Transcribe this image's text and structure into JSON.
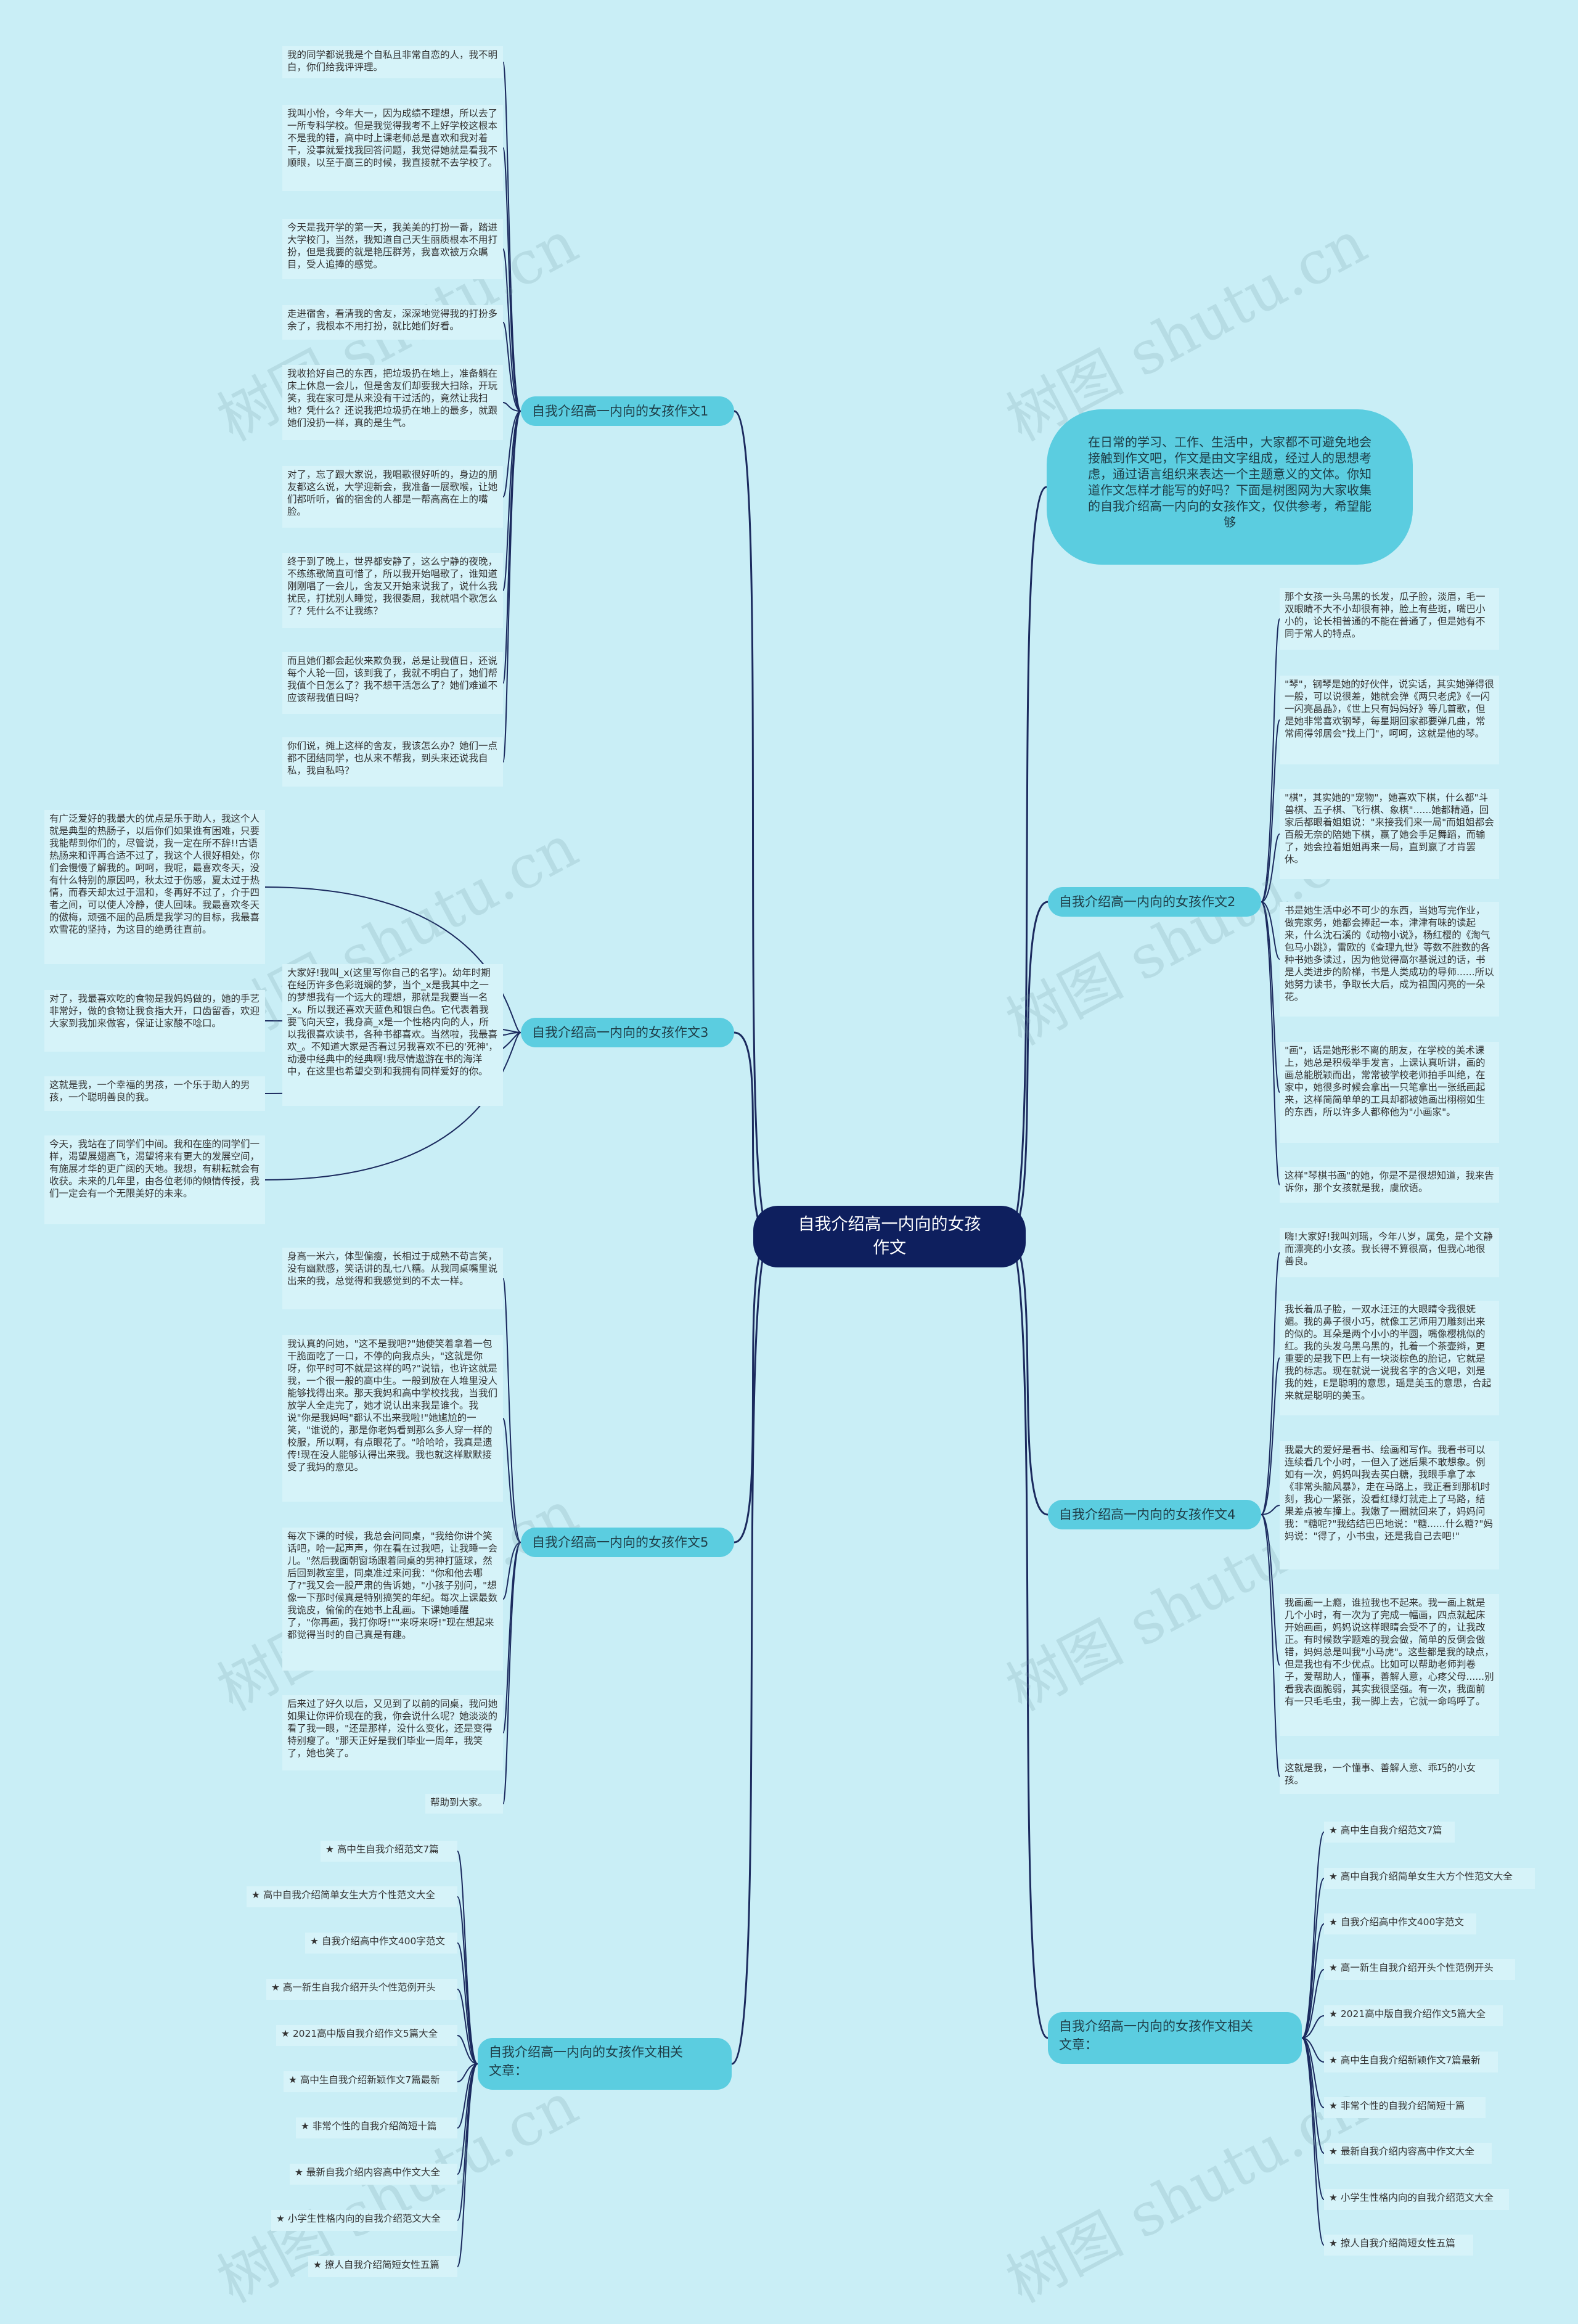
{
  "center": "自我介绍高一内向的女孩\n作文",
  "intro": "在日常的学习、工作、生活中，大家都不可避免地会接触到作文吧，作文是由文字组成，经过人的思想考虑，通过语言组织来表达一个主题意义的文体。你知道作文怎样才能写的好吗？下面是树图网为大家收集的自我介绍高一内向的女孩作文，仅供参考，希望能够",
  "watermark": "树图 shutu.cn",
  "branches": {
    "b1": "自我介绍高一内向的女孩作文1",
    "b2": "自我介绍高一内向的女孩作文2",
    "b3": "自我介绍高一内向的女孩作文3",
    "b4": "自我介绍高一内向的女孩作文4",
    "b5": "自我介绍高一内向的女孩作文5",
    "b6": "自我介绍高一内向的女孩作文相关\n文章：",
    "b7": "自我介绍高一内向的女孩作文相关\n文章："
  },
  "b1_leaves": [
    "我的同学都说我是个自私且非常自恋的人，我不明白，你们给我评评理。",
    "我叫小怡，今年大一，因为成绩不理想，所以去了一所专科学校。但是我觉得我考不上好学校这根本不是我的错，高中时上课老师总是喜欢和我对着干，没事就爱找我回答问题，我觉得她就是看我不顺眼，以至于高三的时候，我直接就不去学校了。",
    "今天是我开学的第一天，我美美的打扮一番，踏进大学校门，当然，我知道自己天生丽质根本不用打扮，但是我要的就是艳压群芳，我喜欢被万众瞩目，受人追捧的感觉。",
    "走进宿舍，看清我的舍友，深深地觉得我的打扮多余了，我根本不用打扮，就比她们好看。",
    "我收拾好自己的东西，把垃圾扔在地上，准备躺在床上休息一会儿，但是舍友们却要我大扫除，开玩笑，我在家可是从来没有干过活的，竟然让我扫地？凭什么？还说我把垃圾扔在地上的最多，就跟她们没扔一样，真的是生气。",
    "对了，忘了跟大家说，我唱歌很好听的，身边的朋友都这么说，大学迎新会，我准备一展歌喉，让她们都听听，省的宿舍的人都是一帮高高在上的嘴脸。",
    "终于到了晚上，世界都安静了，这么宁静的夜晚，不练练歌简直可惜了，所以我开始唱歌了，谁知道刚刚唱了一会儿，舍友又开始来说我了，说什么我扰民，打扰别人睡觉，我很委屈，我就唱个歌怎么了？凭什么不让我练？",
    "而且她们都会起伙来欺负我，总是让我值日，还说每个人轮一回，该到我了，我就不明白了，她们帮我值个日怎么了？我不想干活怎么了？她们难道不应该帮我值日吗？",
    "你们说，摊上这样的舍友，我该怎么办？她们一点都不团结同学，也从来不帮我，到头来还说我自私，我自私吗？"
  ],
  "b2_leaves": [
    "那个女孩一头乌黑的长发，瓜子脸，淡眉，毛一双眼睛不大不小却很有神，脸上有些斑，嘴巴小小的，论长相普通的不能在普通了，但是她有不同于常人的特点。",
    "\"琴\"，钢琴是她的好伙伴，说实话，其实她弹得很一般，可以说很差，她就会弹《两只老虎》《一闪一闪亮晶晶》，《世上只有妈妈好》等几首歌，但是她非常喜欢钢琴，每星期回家都要弹几曲，常常闹得邻居会\"找上门\"，呵呵，这就是他的琴。",
    "\"棋\"，其实她的\"宠物\"，她喜欢下棋，什么都\"斗兽棋、五子棋、飞行棋、象棋\"......她都精通，回家后都眼着姐姐说：\"来接我们来一局\"而姐姐都会百般无奈的陪她下棋，赢了她会手足舞蹈，而输了，她会拉着姐姐再来一局，直到赢了才肯罢休。",
    "书是她生活中必不可少的东西，当她写完作业，做完家务，她都会捧起一本，津津有味的读起来，什么沈石溪的《动物小说》，杨红樱的《淘气包马小跳》，雷欧的《查理九世》等数不胜数的各种书她多读过，因为他觉得高尔基说过的话，书是人类进步的阶梯，书是人类成功的导师......所以她努力读书，争取长大后，成为祖国闪亮的一朵花。",
    "\"画\"，话是她形影不离的朋友，在学校的美术课上，她总是积极举手发言，上课认真听讲，画的画总能脱颖而出，常常被学校老师拍手叫绝，在家中，她很多时候会拿出一只笔拿出一张纸画起来，这样简简单单的工具却都被她画出栩栩如生的东西，所以许多人都称他为\"小画家\"。",
    "这样\"琴棋书画\"的她，你是不是很想知道，我来告诉你，那个女孩就是我，虞欣语。"
  ],
  "b3_leaves": [
    "有广泛爱好的我最大的优点是乐于助人，我这个人就是典型的热肠子，以后你们如果谁有困难，只要我能帮到你们的，尽管说，我一定在所不辞!!古语热肠来和评再合适不过了，我这个人很好相处，你们会慢慢了解我的。呵呵，我呢，最喜欢冬天，没有什么特别的原因吗，秋太过于伤感，夏太过于热情，而春天却太过于温和，冬再好不过了，介于四者之间，可以使人冷静，使人回味。我最喜欢冬天的傲梅，顽强不屈的品质是我学习的目标，我最喜欢雪花的坚持，为这目的绝勇往直前。",
    "对了，我最喜欢吃的食物是我妈妈做的，她的手艺非常好，做的食物让我食指大开，口齿留香，欢迎大家到我加来做客，保证让家酸不唸口。",
    "这就是我，一个幸福的男孩，一个乐于助人的男孩，一个聪明善良的我。",
    "今天，我站在了同学们中间。我和在座的同学们一样，渴望展翅高飞，渴望将来有更大的发展空间，有施展才华的更广阔的天地。我想，有耕耘就会有收获。未来的几年里，由各位老师的倾情传授，我们一定会有一个无限美好的未来。",
    "大家好!我叫_x(这里写你自己的名字)。幼年时期在经历许多色彩斑斓的梦，当个_x是我其中之一的梦想我有一个远大的理想，那就是我要当一名_x。所以我还喜欢天蓝色和银白色。它代表着我要飞向天空，我身高_x是一个性格内向的人，所以我很喜欢读书，各种书都喜欢。当然啦，我最喜欢_。不知道大家是否看过另我喜欢不已的'死神'，动漫中经典中的经典啊!我尽情遨游在书的海洋中，在这里也希望交到和我拥有同样爱好的你。"
  ],
  "b4_leaves": [
    "嗨!大家好!我叫刘瑶，今年八岁，属兔，是个文静而漂亮的小女孩。我长得不算很高，但我心地很善良。",
    "我长着瓜子脸，一双水汪汪的大眼睛令我很妩媚。我的鼻子很小巧，就像工艺师用刀雕刻出来的似的。耳朵是两个小小的半圆，嘴像樱桃似的红。我的头发乌黑乌黑的，扎着一个茶壶辫，更重要的是我下巴上有一块淡棕色的胎记，它就是我的标志。现在就说一说我名字的含义吧，刘是我的姓，E是聪明的意思，瑶是美玉的意思，合起来就是聪明的美玉。",
    "我最大的爱好是看书、绘画和写作。我看书可以连续看几个小时，一但入了迷后果不敢想象。例如有一次，妈妈叫我去买白糖，我眼手拿了本《非常头脑风暴》，走在马路上，我正看到那机时刻，我心一紧张，没看红绿灯就走上了马路，结果差点被车撞上。我嫩了一圈就回来了，妈妈问我：\"糖呢?\"我结结巴巴地说：\"糖......什么糖?\"妈妈说：\"得了，小书虫，还是我自己去吧!\"",
    "我画画一上瘾，谁拉我也不起来。我一画上就是几个小时，有一次为了完成一幅画，四点就起床开始画画，妈妈说这样眼睛会受不了的，让我改正。有时候数学题难的我会做，简单的反倒会做错，妈妈总是叫我\"小马虎\"。这些都是我的缺点，但是我也有不少优点。比如可以帮助老师判卷子，爱帮助人，懂事，善解人意，心疼父母......别看我表面脆弱，其实我很坚强。有一次，我面前有一只毛毛虫，我一脚上去，它就一命呜呼了。",
    "这就是我，一个懂事、善解人意、乖巧的小女孩。"
  ],
  "b5_leaves": [
    "身高一米六，体型偏瘦，长相过于成熟不苟言笑，没有幽默感，笑话讲的乱七八糟。从我同桌嘴里说出来的我，总觉得和我感觉到的不太一样。",
    "我认真的问她，\"这不是我吧?\"她使笑着拿着一包干脆面吃了一口，不停的向我点头，\"这就是你呀，你平时可不就是这样的吗?\"说错，也许这就是我，一个很一般的高中生。一般到放在人堆里没人能够找得出来。那天我妈和高中学校找我，当我们放学人全走完了，她才说认出来我是谁个。我说\"你是我妈吗\"都认不出来我啦!\"她尴尬的一笑，\"谁说的，那是你老妈看到那么多人穿一样的校服，所以啊，有点眼花了。\"哈哈哈，我真是遗传!现在没人能够认得出来我。我也就这样默默接受了我妈的意见。",
    "每次下课的时候，我总会问同桌，\"我给你讲个笑话吧，哈一起声声，你在看在过我吧，让我睡一会儿。\"然后我面朝窗场跟着同桌的男神打篮球，然后回到教室里，同桌准过来问我：\"你和他去哪了?\"我又会一股严肃的告诉她，\"小孩子别问，\"想像一下那时候真是特别搞笑的年纪。每次上课最数我诡皮，偷偷的在她书上乱画。下课她睡醒了，\"你再画，我打你呀!\"\"来呀来呀!\"现在想起来都觉得当时的自己真是有趣。",
    "后来过了好久以后，又见到了以前的同桌，我问她如果让你评价现在的我，你会说什么呢？她淡淡的看了我一眼，\"还是那样，没什么变化，还是变得特别瘦了。\"那天正好是我们毕业一周年，我笑了，她也笑了。",
    "帮助到大家。"
  ],
  "related_left": [
    "★ 高中生自我介绍范文7篇",
    "★ 高中自我介绍简单女生大方个性范文大全",
    "★ 自我介绍高中作文400字范文",
    "★ 高一新生自我介绍开头个性范例开头",
    "★ 2021高中版自我介绍作文5篇大全",
    "★ 高中生自我介绍新颖作文7篇最新",
    "★ 非常个性的自我介绍简短十篇",
    "★ 最新自我介绍内容高中作文大全",
    "★ 小学生性格内向的自我介绍范文大全",
    "★ 撩人自我介绍简短女性五篇"
  ],
  "related_right": [
    "★ 高中生自我介绍范文7篇",
    "★ 高中自我介绍简单女生大方个性范文大全",
    "★ 自我介绍高中作文400字范文",
    "★ 高一新生自我介绍开头个性范例开头",
    "★ 2021高中版自我介绍作文5篇大全",
    "★ 高中生自我介绍新颖作文7篇最新",
    "★ 非常个性的自我介绍简短十篇",
    "★ 最新自我介绍内容高中作文大全",
    "★ 小学生性格内向的自我介绍范文大全",
    "★ 撩人自我介绍简短女性五篇"
  ],
  "colors": {
    "background": "#c9eef6",
    "center": "#0e1f5e",
    "branch": "#5bcde0",
    "leaf": "#d6f3f9",
    "line": "#1b2a5e"
  }
}
